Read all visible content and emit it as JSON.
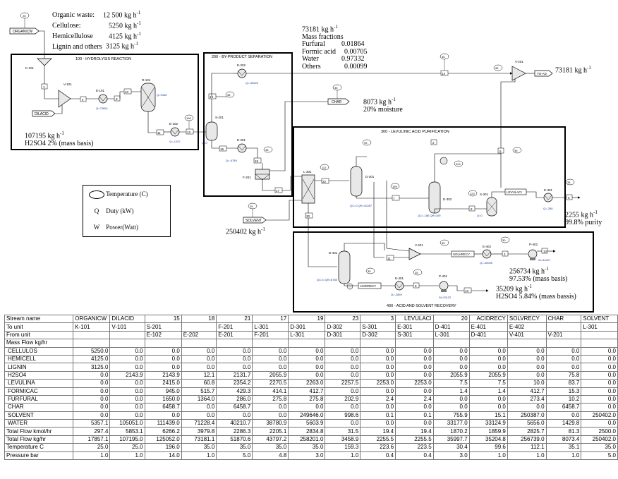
{
  "feed_info": {
    "lines": [
      {
        "label": "Organic waste:",
        "value": "12 500 kg h",
        "unit_sup": "-1"
      },
      {
        "label": "Cellulose:",
        "value": "5250 kg h",
        "unit_sup": "-1"
      },
      {
        "label": "Hemicellulose",
        "value": "4125 kg h",
        "unit_sup": "-1"
      },
      {
        "label": "Lignin and others",
        "value": "3125 kg h",
        "unit_sup": "-1"
      }
    ]
  },
  "top_stream_info": {
    "flow": "73181 kg h",
    "flow_sup": "-1",
    "title": "Mass fractions",
    "fractions": [
      {
        "name": "Furfural",
        "value": "0.01864"
      },
      {
        "name": "Formic acid",
        "value": "0.00705"
      },
      {
        "name": "Water",
        "value": "0.97332"
      },
      {
        "name": "Others",
        "value": "0.00099"
      }
    ]
  },
  "labels": {
    "to_ad_flow": "73181 kg h",
    "to_ad_sup": "-1",
    "char_flow": "8073 kg h",
    "char_sup": "-1",
    "char_moisture": "20% moisture",
    "dilacid_flow": "107195 kg h",
    "dilacid_sup": "-1",
    "dilacid_conc": "H2SO4 2% (mass basis)",
    "solvent_flow": "250402 kg h",
    "solvent_sup": "-1",
    "product_flow": "2255 kg h",
    "product_sup": "-1",
    "product_purity": "99.8% purity",
    "solvrecy_flow": "256734 kg h",
    "solvrecy_sup": "-1",
    "solvrecy_conc": "97.53% (mass basis)",
    "acid_flow": "35209 kg h",
    "acid_sup": "-1",
    "acid_conc": "H2SO4 5.84% (mass bassis)"
  },
  "areas": {
    "a100": "100 - HYDROLYSIS REACTION",
    "a200": "200 - BY-PRODUCT SEPARATION",
    "a300": "300 - LEVULINIC ACID PURIFICATION",
    "a400": "400 - ACID AND SOLVENT RECOVERY"
  },
  "legend": {
    "temperature": "Temperature (C)",
    "duty_sym": "Q",
    "duty": "Duty (kW)",
    "power_sym": "W",
    "power": "Power(Watt)"
  },
  "table": {
    "header_label": "Stream name",
    "streams": [
      "ORGANICW",
      "DILACID",
      "15",
      "18",
      "21",
      "17",
      "19",
      "23",
      "3",
      "LEVULACI",
      "20",
      "ACIDRECY",
      "SOLVRECY",
      "CHAR",
      "SOLVENT"
    ],
    "to_label": "To unit",
    "to_units": [
      "K-101",
      "V-101",
      "S-201",
      "",
      "F-201",
      "L-301",
      "D-301",
      "D-302",
      "S-301",
      "E-301",
      "D-401",
      "E-401",
      "E-402",
      "",
      "L-301"
    ],
    "from_label": "From unit",
    "from_units": [
      "",
      "",
      "E-102",
      "E-202",
      "E-201",
      "F-201",
      "L-301",
      "D-301",
      "D-302",
      "S-301",
      "L-301",
      "D-401",
      "V-401",
      "V-201",
      ""
    ],
    "massflow_label": "Mass Flow   kg/hr",
    "rows": [
      {
        "name": "CELLULOS",
        "values": [
          "5250.0",
          "0.0",
          "0.0",
          "0.0",
          "0.0",
          "0.0",
          "0.0",
          "0.0",
          "0.0",
          "0.0",
          "0.0",
          "0.0",
          "0.0",
          "0.0",
          "0.0"
        ]
      },
      {
        "name": "HEMICELL",
        "values": [
          "4125.0",
          "0.0",
          "0.0",
          "0.0",
          "0.0",
          "0.0",
          "0.0",
          "0.0",
          "0.0",
          "0.0",
          "0.0",
          "0.0",
          "0.0",
          "0.0",
          "0.0"
        ]
      },
      {
        "name": "LIGNIN",
        "values": [
          "3125.0",
          "0.0",
          "0.0",
          "0.0",
          "0.0",
          "0.0",
          "0.0",
          "0.0",
          "0.0",
          "0.0",
          "0.0",
          "0.0",
          "0.0",
          "0.0",
          "0.0"
        ]
      },
      {
        "name": "H2SO4",
        "values": [
          "0.0",
          "2143.9",
          "2143.9",
          "12.1",
          "2131.7",
          "2055.9",
          "0.0",
          "0.0",
          "0.0",
          "0.0",
          "2055.9",
          "2055.9",
          "0.0",
          "75.8",
          "0.0"
        ]
      },
      {
        "name": "LEVULINA",
        "values": [
          "0.0",
          "0.0",
          "2415.0",
          "60.8",
          "2354.2",
          "2270.5",
          "2263.0",
          "2257.5",
          "2253.0",
          "2253.0",
          "7.5",
          "7.5",
          "10.0",
          "83.7",
          "0.0"
        ]
      },
      {
        "name": "FORMICAC",
        "values": [
          "0.0",
          "0.0",
          "945.0",
          "515.7",
          "429.3",
          "414.1",
          "412.7",
          "0.0",
          "0.0",
          "0.0",
          "1.4",
          "1.4",
          "412.7",
          "15.3",
          "0.0"
        ]
      },
      {
        "name": "FURFURAL",
        "values": [
          "0.0",
          "0.0",
          "1650.0",
          "1364.0",
          "286.0",
          "275.8",
          "275.8",
          "202.9",
          "2.4",
          "2.4",
          "0.0",
          "0.0",
          "273.4",
          "10.2",
          "0.0"
        ]
      },
      {
        "name": "CHAR",
        "values": [
          "0.0",
          "0.0",
          "6458.7",
          "0.0",
          "6458.7",
          "0.0",
          "0.0",
          "0.0",
          "0.0",
          "0.0",
          "0.0",
          "0.0",
          "0.0",
          "6458.7",
          "0.0"
        ]
      },
      {
        "name": "SOLVENT",
        "values": [
          "0.0",
          "0.0",
          "0.0",
          "0.0",
          "0.0",
          "0.0",
          "249646.0",
          "998.6",
          "0.1",
          "0.1",
          "755.9",
          "15.1",
          "250387.0",
          "0.0",
          "250402.0"
        ]
      },
      {
        "name": "WATER",
        "values": [
          "5357.1",
          "105051.0",
          "111439.0",
          "71228.4",
          "40210.7",
          "38780.9",
          "5603.9",
          "0.0",
          "0.0",
          "0.0",
          "33177.0",
          "33124.9",
          "5656.0",
          "1429.8",
          "0.0"
        ]
      }
    ],
    "totals": [
      {
        "name": "Total Flow  kmol/hr",
        "values": [
          "297.4",
          "5853.1",
          "6266.2",
          "3979.8",
          "2286.3",
          "2205.1",
          "2834.8",
          "31.5",
          "19.4",
          "19.4",
          "1870.2",
          "1859.9",
          "2825.7",
          "81.3",
          "2500.0"
        ]
      },
      {
        "name": "Total Flow  kg/hr",
        "values": [
          "17857.1",
          "107195.0",
          "125052.0",
          "73181.1",
          "51870.6",
          "43797.2",
          "258201.0",
          "3458.9",
          "2255.5",
          "2255.5",
          "35997.7",
          "35204.8",
          "256739.0",
          "8073.4",
          "250402.0"
        ]
      },
      {
        "name": "Temperature  C",
        "values": [
          "25.0",
          "25.0",
          "196.0",
          "35.0",
          "35.0",
          "35.0",
          "35.0",
          "159.3",
          "223.6",
          "223.5",
          "30.4",
          "99.6",
          "112.1",
          "35.1",
          "35.0"
        ]
      },
      {
        "name": "Pressure   bar",
        "values": [
          "1.0",
          "1.0",
          "14.0",
          "1.0",
          "5.0",
          "4.8",
          "3.0",
          "1.0",
          "0.4",
          "0.4",
          "3.0",
          "1.0",
          "1.0",
          "1.0",
          "5.0"
        ]
      }
    ]
  },
  "units": {
    "organicw": "ORGANICW",
    "k101": "K-101",
    "dilacid": "DILACID",
    "v101": "V-101",
    "e101": "E-101",
    "r101": "R-101",
    "e102": "E-102",
    "e202": "E-202",
    "s201": "S-201",
    "e201": "E-201",
    "f201": "F-201",
    "char": "CHAR",
    "l301": "L-301",
    "d301": "D-301",
    "d302": "D-302",
    "s301": "S-301",
    "levulaci": "LEVULACI",
    "e301": "E-301",
    "solvent": "SOLVENT",
    "d401": "D-401",
    "acidrecy": "ACIDRECY",
    "e401": "E-401",
    "p401": "P-401",
    "v401": "V-401",
    "solvrecy": "SOLVRECY",
    "e402": "E-402",
    "p402": "P-402",
    "v201": "V-201",
    "toad": "TO-AD"
  },
  "duties": {
    "e101": "Q=73804",
    "r101": "Q=9436",
    "e102": "Q=-1207",
    "e202": "Q=-33526",
    "s201": "Q=0",
    "e201": "Q=-6789",
    "d301": "QC=0\nQR=40287",
    "d302": "QC=-186\nQR=209",
    "s301": "Q=0",
    "e301": "Q=-288",
    "d401": "QC=0\nQR=8785",
    "e401": "Q=-2859",
    "p401": "W=29132",
    "e402": "Q=-40005",
    "p402": "W=44407"
  },
  "stream_ids": [
    "1",
    "4",
    "9",
    "10",
    "11",
    "12",
    "13",
    "14",
    "16",
    "17",
    "18",
    "20",
    "22",
    "5",
    "2",
    "7",
    "8",
    "6"
  ],
  "temps": [
    "25",
    "25",
    "196",
    "35",
    "35",
    "35",
    "112",
    "99",
    "35",
    "30",
    "159",
    "224",
    "223",
    "35",
    "35",
    "35",
    "25",
    "35",
    "35",
    "35"
  ]
}
